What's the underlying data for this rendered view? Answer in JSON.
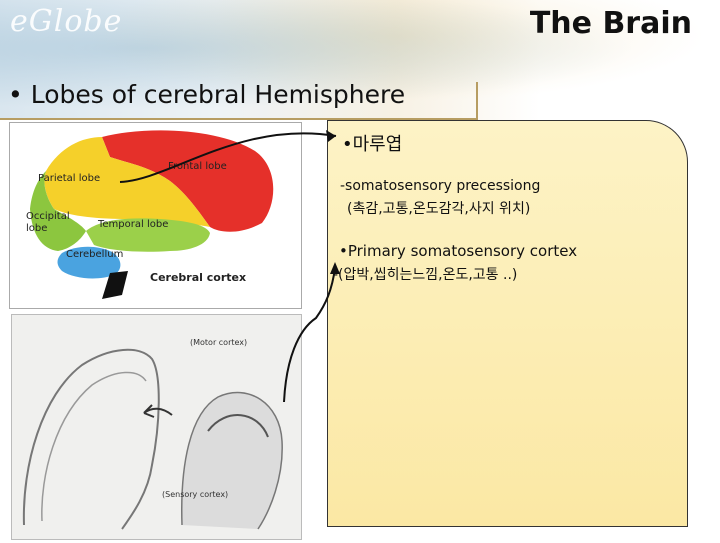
{
  "slide": {
    "title": "The Brain",
    "subtitle": "Lobes of cerebral Hemisphere",
    "bullet": "•"
  },
  "diagram": {
    "labels": {
      "frontal": "Frontal lobe",
      "parietal": "Parietal lobe",
      "occipital_1": "Occipital",
      "occipital_2": "lobe",
      "temporal": "Temporal lobe",
      "cerebellum": "Cerebellum",
      "cortex": "Cerebral cortex"
    },
    "colors": {
      "frontal": "#e5302a",
      "parietal": "#f5d02a",
      "occipital": "#8cc63f",
      "temporal": "#9bd04a",
      "cerebellum": "#4aa3e0",
      "stem": "#111111"
    }
  },
  "notes": {
    "line1": "•마루엽",
    "line2": "-somatosensory precessiong",
    "line3": "(촉감,고통,온도감각,사지 위치)",
    "line4": "•Primary somatosensory cortex",
    "line5": "-(압박,씹히는느낌,온도,고통 ..)"
  },
  "sketch": {
    "labels": {
      "motor": "(Motor cortex)",
      "sensory": "(Sensory cortex)"
    }
  }
}
